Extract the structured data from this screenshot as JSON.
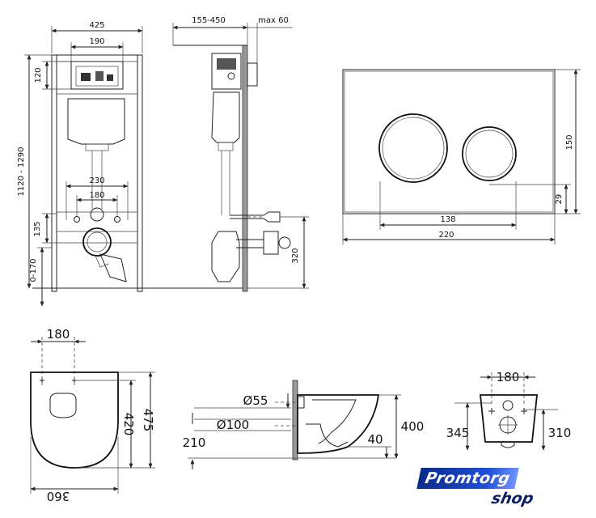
{
  "frame_view": {
    "width_dim": "425",
    "plate_width_dim": "190",
    "plate_height_dim": "120",
    "height_range_dim": "1120 - 1290",
    "stud_spacing_dim": "230",
    "pipe_spacing_dim": "180",
    "bottom_offset_dim": "135",
    "floor_adjust_dim": "0-170"
  },
  "side_view": {
    "depth_range_dim": "155-450",
    "max_panel_dim": "max 60",
    "drain_height_dim": "320"
  },
  "flush_plate": {
    "height_dim": "150",
    "button_offset_dim": "29",
    "button_spacing_dim": "138",
    "width_dim": "220"
  },
  "bowl_top_view": {
    "bolt_spacing_dim": "180",
    "length_dim": "475",
    "inner_length_dim": "420",
    "width_dim": "360"
  },
  "bowl_side_view": {
    "inlet_diameter_dim": "Ø55",
    "outlet_diameter_dim": "Ø100",
    "outlet_height_dim": "210",
    "height_dim": "400",
    "front_height_dim": "40"
  },
  "bowl_back_view": {
    "bolt_spacing_dim": "180",
    "outer_height_dim": "345",
    "inner_height_dim": "310"
  },
  "logo": {
    "line1": "Promtorg",
    "line2": "shop"
  }
}
